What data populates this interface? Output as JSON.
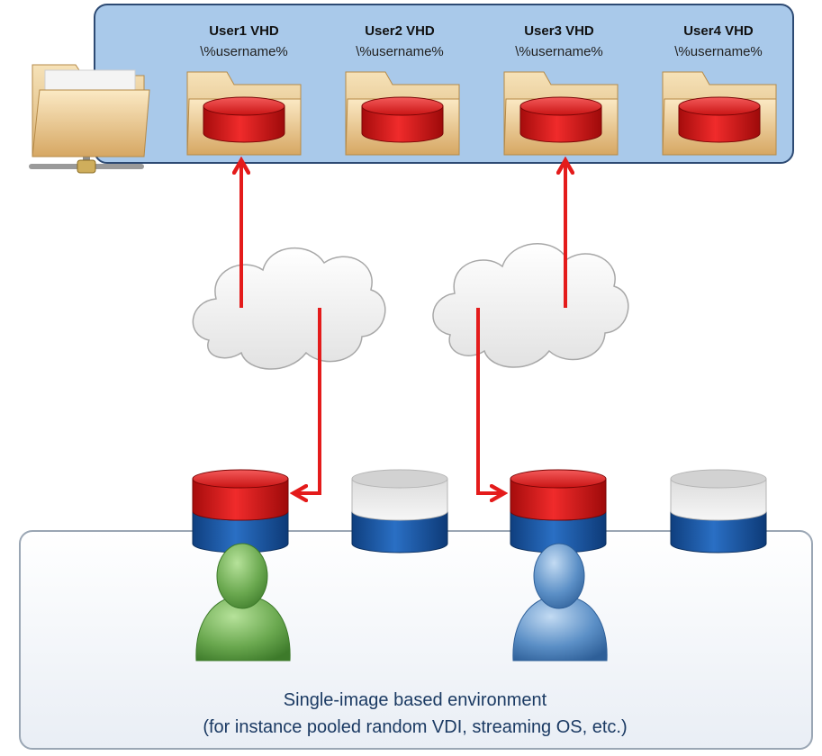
{
  "share": {
    "vhds": [
      {
        "title": "User1 VHD",
        "path": "\\%username%",
        "icon": "folder-with-red-disk-icon"
      },
      {
        "title": "User2 VHD",
        "path": "\\%username%",
        "icon": "folder-with-red-disk-icon"
      },
      {
        "title": "User3 VHD",
        "path": "\\%username%",
        "icon": "folder-with-red-disk-icon"
      },
      {
        "title": "User4 VHD",
        "path": "\\%username%",
        "icon": "folder-with-red-disk-icon"
      }
    ],
    "server_icon": "network-share-folder-icon"
  },
  "environment": {
    "caption_line1": "Single-image based environment",
    "caption_line2": "(for instance pooled random VDI, streaming OS, etc.)"
  },
  "colors": {
    "share_fill": "#a9c9ea",
    "share_border": "#2d4a73",
    "arrow": "#e41b1b",
    "vhd_red": "#d41414",
    "base_blue": "#1c5aa8",
    "user1": "#6aa84f",
    "user2": "#5b8fc6",
    "env_border": "#9aa6b4"
  }
}
